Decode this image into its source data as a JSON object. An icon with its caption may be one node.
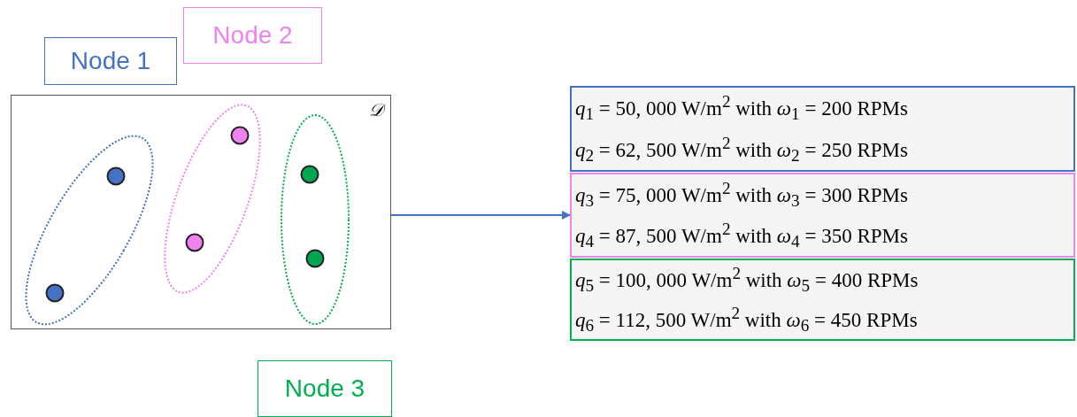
{
  "diagram": {
    "nodes": [
      {
        "text": [
          "Node 1"
        ]
      },
      {
        "text": [
          "Node 2"
        ]
      },
      {
        "text": [
          "𝒟"
        ]
      },
      {
        "text": [],
        "shape": "ellipse",
        "in": 2
      },
      {
        "text": [],
        "shape": "circle",
        "in": 3
      },
      {
        "text": [],
        "shape": "circle",
        "in": 3
      },
      {
        "text": [],
        "shape": "ellipse",
        "in": 2
      },
      {
        "text": [],
        "shape": "circle",
        "in": 6
      },
      {
        "text": [],
        "shape": "circle",
        "in": 6
      },
      {
        "text": [],
        "shape": "ellipse",
        "in": 2
      },
      {
        "text": [],
        "shape": "circle",
        "in": 9
      },
      {
        "text": [],
        "shape": "circle",
        "in": 9
      },
      {
        "text": [
          "Node 3"
        ]
      },
      {
        "text": [
          "*q*$_{1}$ = 50, 000 W/m$^{2}$ with *ω*$_{1}$ = 200 RPMs",
          "*q*$_{2}$ = 62, 500 W/m$^{2}$ with *ω*$_{2}$ = 250 RPMs"
        ]
      },
      {
        "text": [
          "*q*$_{3}$ = 75, 000 W/m$^{2}$ with *ω*$_{3}$ = 300 RPMs",
          "*q*$_{4}$ = 87, 500 W/m$^{2}$ with *ω*$_{4}$ = 350 RPMs"
        ]
      },
      {
        "text": [
          "*q*$_{5}$ = 100, 000 W/m$^{2}$ with *ω*$_{5}$ = 400 RPMs",
          "*q*$_{6}$ = 112, 500 W/m$^{2}$ with *ω*$_{6}$ = 450 RPMs"
        ]
      }
    ],
    "edges": [
      {
        "from": 2,
        "to": 14,
        "arrow": "to"
      }
    ]
  }
}
